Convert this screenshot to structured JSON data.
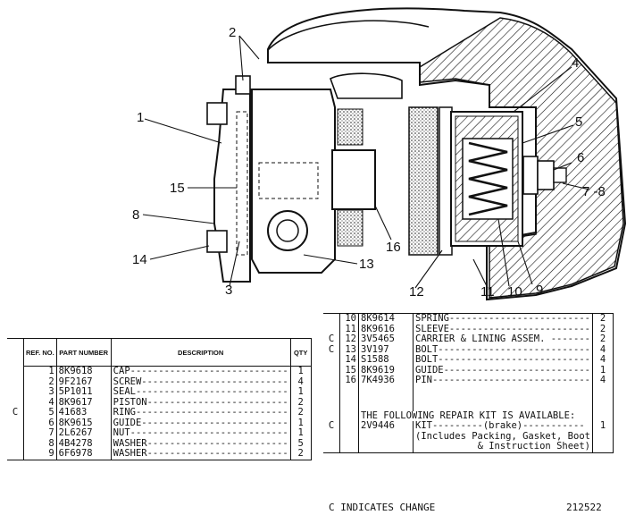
{
  "callouts": [
    "1",
    "2",
    "3",
    "4",
    "5",
    "6",
    "7 -8",
    "8",
    "9",
    "10",
    "11",
    "12",
    "13",
    "14",
    "15",
    "16"
  ],
  "left_table": {
    "headers": {
      "ref": "REF. NO.",
      "part": "PART NUMBER",
      "desc": "DESCRIPTION",
      "qty": "QTY"
    },
    "rows": [
      {
        "c": "",
        "ref": "1",
        "part": "8K9618",
        "desc": "CAP----------------------------",
        "qty": "1"
      },
      {
        "c": "",
        "ref": "2",
        "part": "9F2167",
        "desc": "SCREW--------------------------",
        "qty": "4"
      },
      {
        "c": "",
        "ref": "3",
        "part": "5P1011",
        "desc": "SEAL---------------------------",
        "qty": "1"
      },
      {
        "c": "",
        "ref": "4",
        "part": "8K9617",
        "desc": "PISTON-------------------------",
        "qty": "2"
      },
      {
        "c": "C",
        "ref": "5",
        "part": "41683",
        "desc": "RING---------------------------",
        "qty": "2"
      },
      {
        "c": "",
        "ref": "6",
        "part": "8K9615",
        "desc": "GUIDE--------------------------",
        "qty": "1"
      },
      {
        "c": "",
        "ref": "7",
        "part": "2L6267",
        "desc": "NUT----------------------------",
        "qty": "1"
      },
      {
        "c": "",
        "ref": "8",
        "part": "4B4278",
        "desc": "WASHER-------------------------",
        "qty": "5"
      },
      {
        "c": "",
        "ref": "9",
        "part": "6F6978",
        "desc": "WASHER-------------------------",
        "qty": "2"
      }
    ]
  },
  "right_table": {
    "rows": [
      {
        "c": "",
        "ref": "10",
        "part": "8K9614",
        "desc": "SPRING-------------------------",
        "qty": "2"
      },
      {
        "c": "",
        "ref": "11",
        "part": "8K9616",
        "desc": "SLEEVE-------------------------",
        "qty": "2"
      },
      {
        "c": "C",
        "ref": "12",
        "part": "3V5465",
        "desc": "CARRIER & LINING ASSEM. -------",
        "qty": "2"
      },
      {
        "c": "C",
        "ref": "13",
        "part": "3V197",
        "desc": "BOLT---------------------------",
        "qty": "4"
      },
      {
        "c": "",
        "ref": "14",
        "part": "S1588",
        "desc": "BOLT---------------------------",
        "qty": "4"
      },
      {
        "c": "",
        "ref": "15",
        "part": "8K9619",
        "desc": "GUIDE--------------------------",
        "qty": "1"
      },
      {
        "c": "",
        "ref": "16",
        "part": "7K4936",
        "desc": "PIN----------------------------",
        "qty": "4"
      }
    ],
    "kit_heading": "THE FOLLOWING REPAIR KIT IS AVAILABLE:",
    "kit_row": {
      "c": "C",
      "part": "2V9446",
      "desc": "KIT---------(brake)-----------",
      "qty": "1"
    },
    "kit_note_1": "(Includes Packing, Gasket, Boot",
    "kit_note_2": "& Instruction Sheet)"
  },
  "footer": {
    "change_note": "C INDICATES CHANGE",
    "figure_number": "212522"
  }
}
